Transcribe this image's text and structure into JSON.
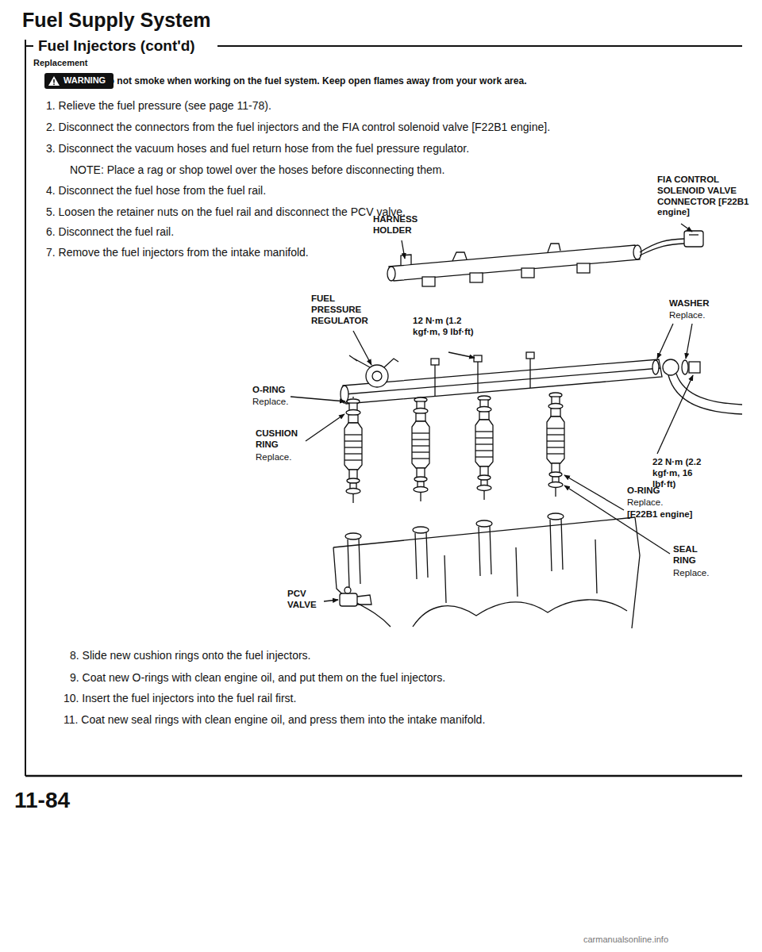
{
  "diagram": {
    "title": "Fuel Supply System",
    "nodes": [
      {
        "text": [
          "WARNING"
        ]
      }
    ],
    "labels": [
      "Fuel Injectors (cont'd)",
      "Replacement",
      "Do not smoke when working on the fuel system. Keep open flames away from your work area.",
      "1. Relieve the fuel pressure (see page 11-78).",
      "2. Disconnect the connectors from the fuel injectors and the FIA control solenoid valve [F22B1 engine].",
      "3. Disconnect the vacuum hoses and fuel return hose from the fuel pressure regulator.",
      "NOTE: Place a rag or shop towel over the hoses before disconnecting them.",
      "4. Disconnect the fuel hose from the fuel rail.",
      "5. Loosen the retainer nuts on the fuel rail and disconnect the PCV valve.",
      "6. Disconnect the fuel rail.",
      "7. Remove the fuel injectors from the intake manifold.",
      "FIA CONTROL SOLENOID VALVE CONNECTOR [F22B1 engine]",
      "HARNESS HOLDER",
      "FUEL PRESSURE REGULATOR",
      "WASHER",
      "Replace.",
      "12 N·m (1.2 kgf·m, 9 lbf·ft)",
      "O-RING",
      "Replace.",
      "CUSHION RING",
      "Replace.",
      "22 N·m (2.2 kgf·m, 16 lbf·ft)",
      "O-RING",
      "Replace.",
      "[F22B1 engine]",
      "SEAL RING",
      "Replace.",
      "PCV VALVE",
      "8. Slide new cushion rings onto the fuel injectors.",
      "9. Coat new O-rings with clean engine oil, and put them on the fuel injectors.",
      "10. Insert the fuel injectors into the fuel rail first.",
      "11. Coat new seal rings with clean engine oil, and press them into the intake manifold.",
      "11-84",
      "carmanualsonline.info"
    ]
  }
}
